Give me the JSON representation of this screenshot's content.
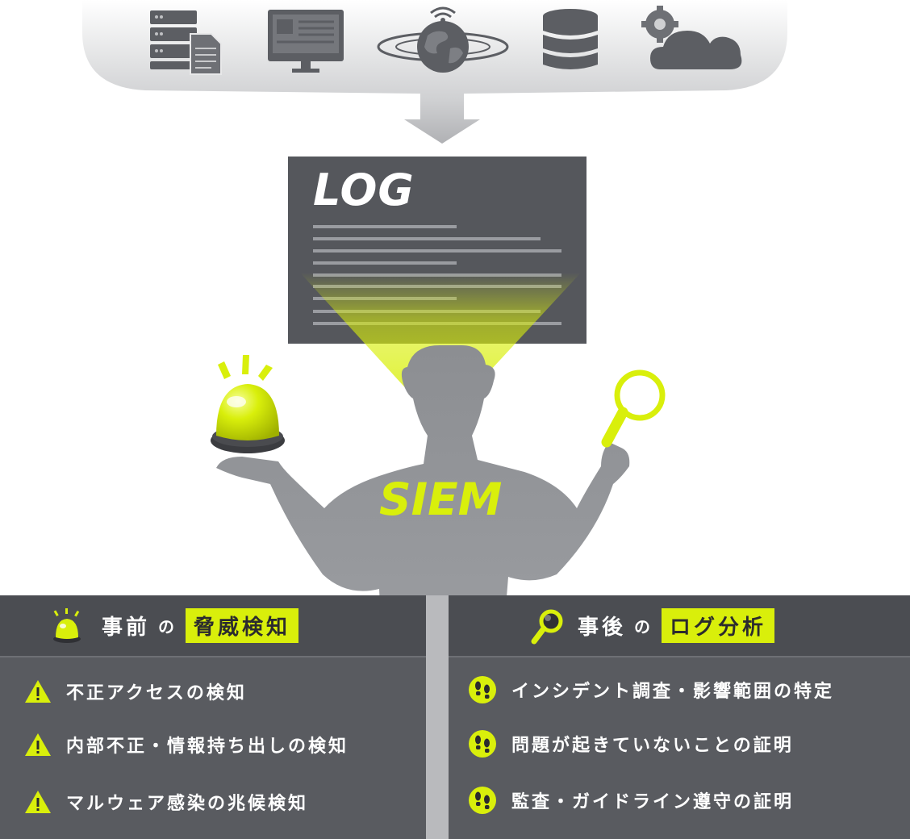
{
  "log": {
    "title": "LOG"
  },
  "siem": {
    "label": "SIEM"
  },
  "left_panel": {
    "title_prefix": "事前",
    "title_particle": "の",
    "title_highlight": "脅威検知",
    "items": [
      {
        "label": "不正アクセスの検知",
        "icon": "warning-icon"
      },
      {
        "label": "内部不正・情報持ち出しの検知",
        "icon": "warning-icon"
      },
      {
        "label": "マルウェア感染の兆候検知",
        "icon": "warning-icon"
      }
    ]
  },
  "right_panel": {
    "title_prefix": "事後",
    "title_particle": "の",
    "title_highlight": "ログ分析",
    "items": [
      {
        "label": "インシデント調査・影響範囲の特定",
        "icon": "footprints-icon"
      },
      {
        "label": "問題が起きていないことの証明",
        "icon": "footprints-icon"
      },
      {
        "label": "監査・ガイドライン遵守の証明",
        "icon": "footprints-icon"
      }
    ]
  },
  "colors": {
    "accent": "#d9ef0b",
    "panel": "#595b60",
    "panel_header": "#4b4d52",
    "log_box": "#55575c",
    "silhouette": "#8a8c90",
    "source_icons": "#5c5e63"
  }
}
